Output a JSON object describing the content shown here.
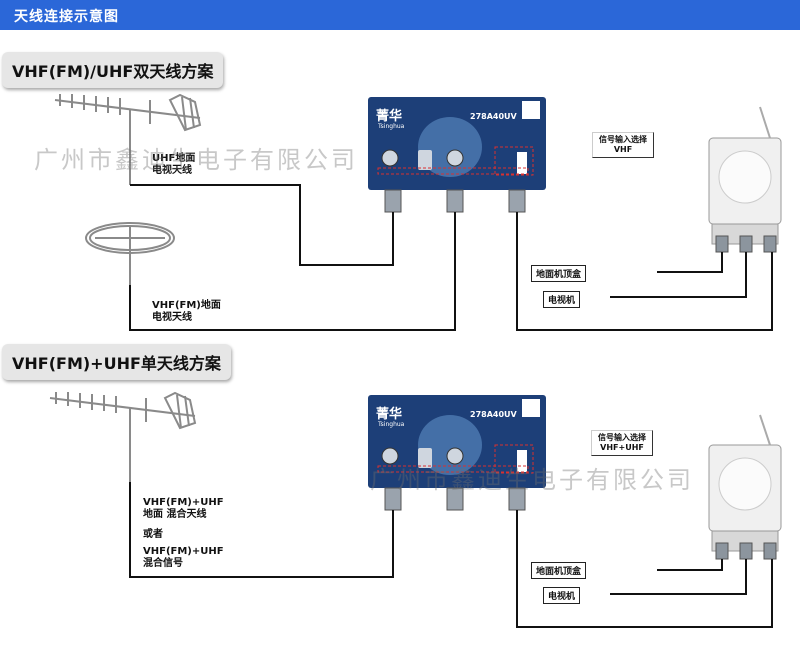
{
  "header": {
    "title": "天线连接示意图"
  },
  "scheme1": {
    "tag": "VHF(FM)/UHF双天线方案",
    "uhf_antenna_label": [
      "UHF地面",
      "电视天线"
    ],
    "vhf_antenna_label": [
      "VHF(FM)地面",
      "电视天线"
    ],
    "selector_label": [
      "信号输入选择",
      "VHF"
    ],
    "stb_label": "地面机顶盒",
    "tv_label": "电视机"
  },
  "scheme2": {
    "tag": "VHF(FM)+UHF单天线方案",
    "antenna_label": [
      "VHF(FM)+UHF",
      "地面 混合天线"
    ],
    "or_label": "或者",
    "signal_label": [
      "VHF(FM)+UHF",
      "混合信号"
    ],
    "selector_label": [
      "信号输入选择",
      "VHF+UHF"
    ],
    "stb_label": "地面机顶盒",
    "tv_label": "电视机"
  },
  "amplifier": {
    "brand": "菁华",
    "brand_pinyin": "Tsinghua",
    "model": "278A40UV"
  },
  "watermark": "广州市鑫迪生电子有限公司",
  "colors": {
    "header_bg": "#2b67d8",
    "amp_body": "#1d3f78",
    "wire": "#111111",
    "dashed_red": "#d83030"
  }
}
